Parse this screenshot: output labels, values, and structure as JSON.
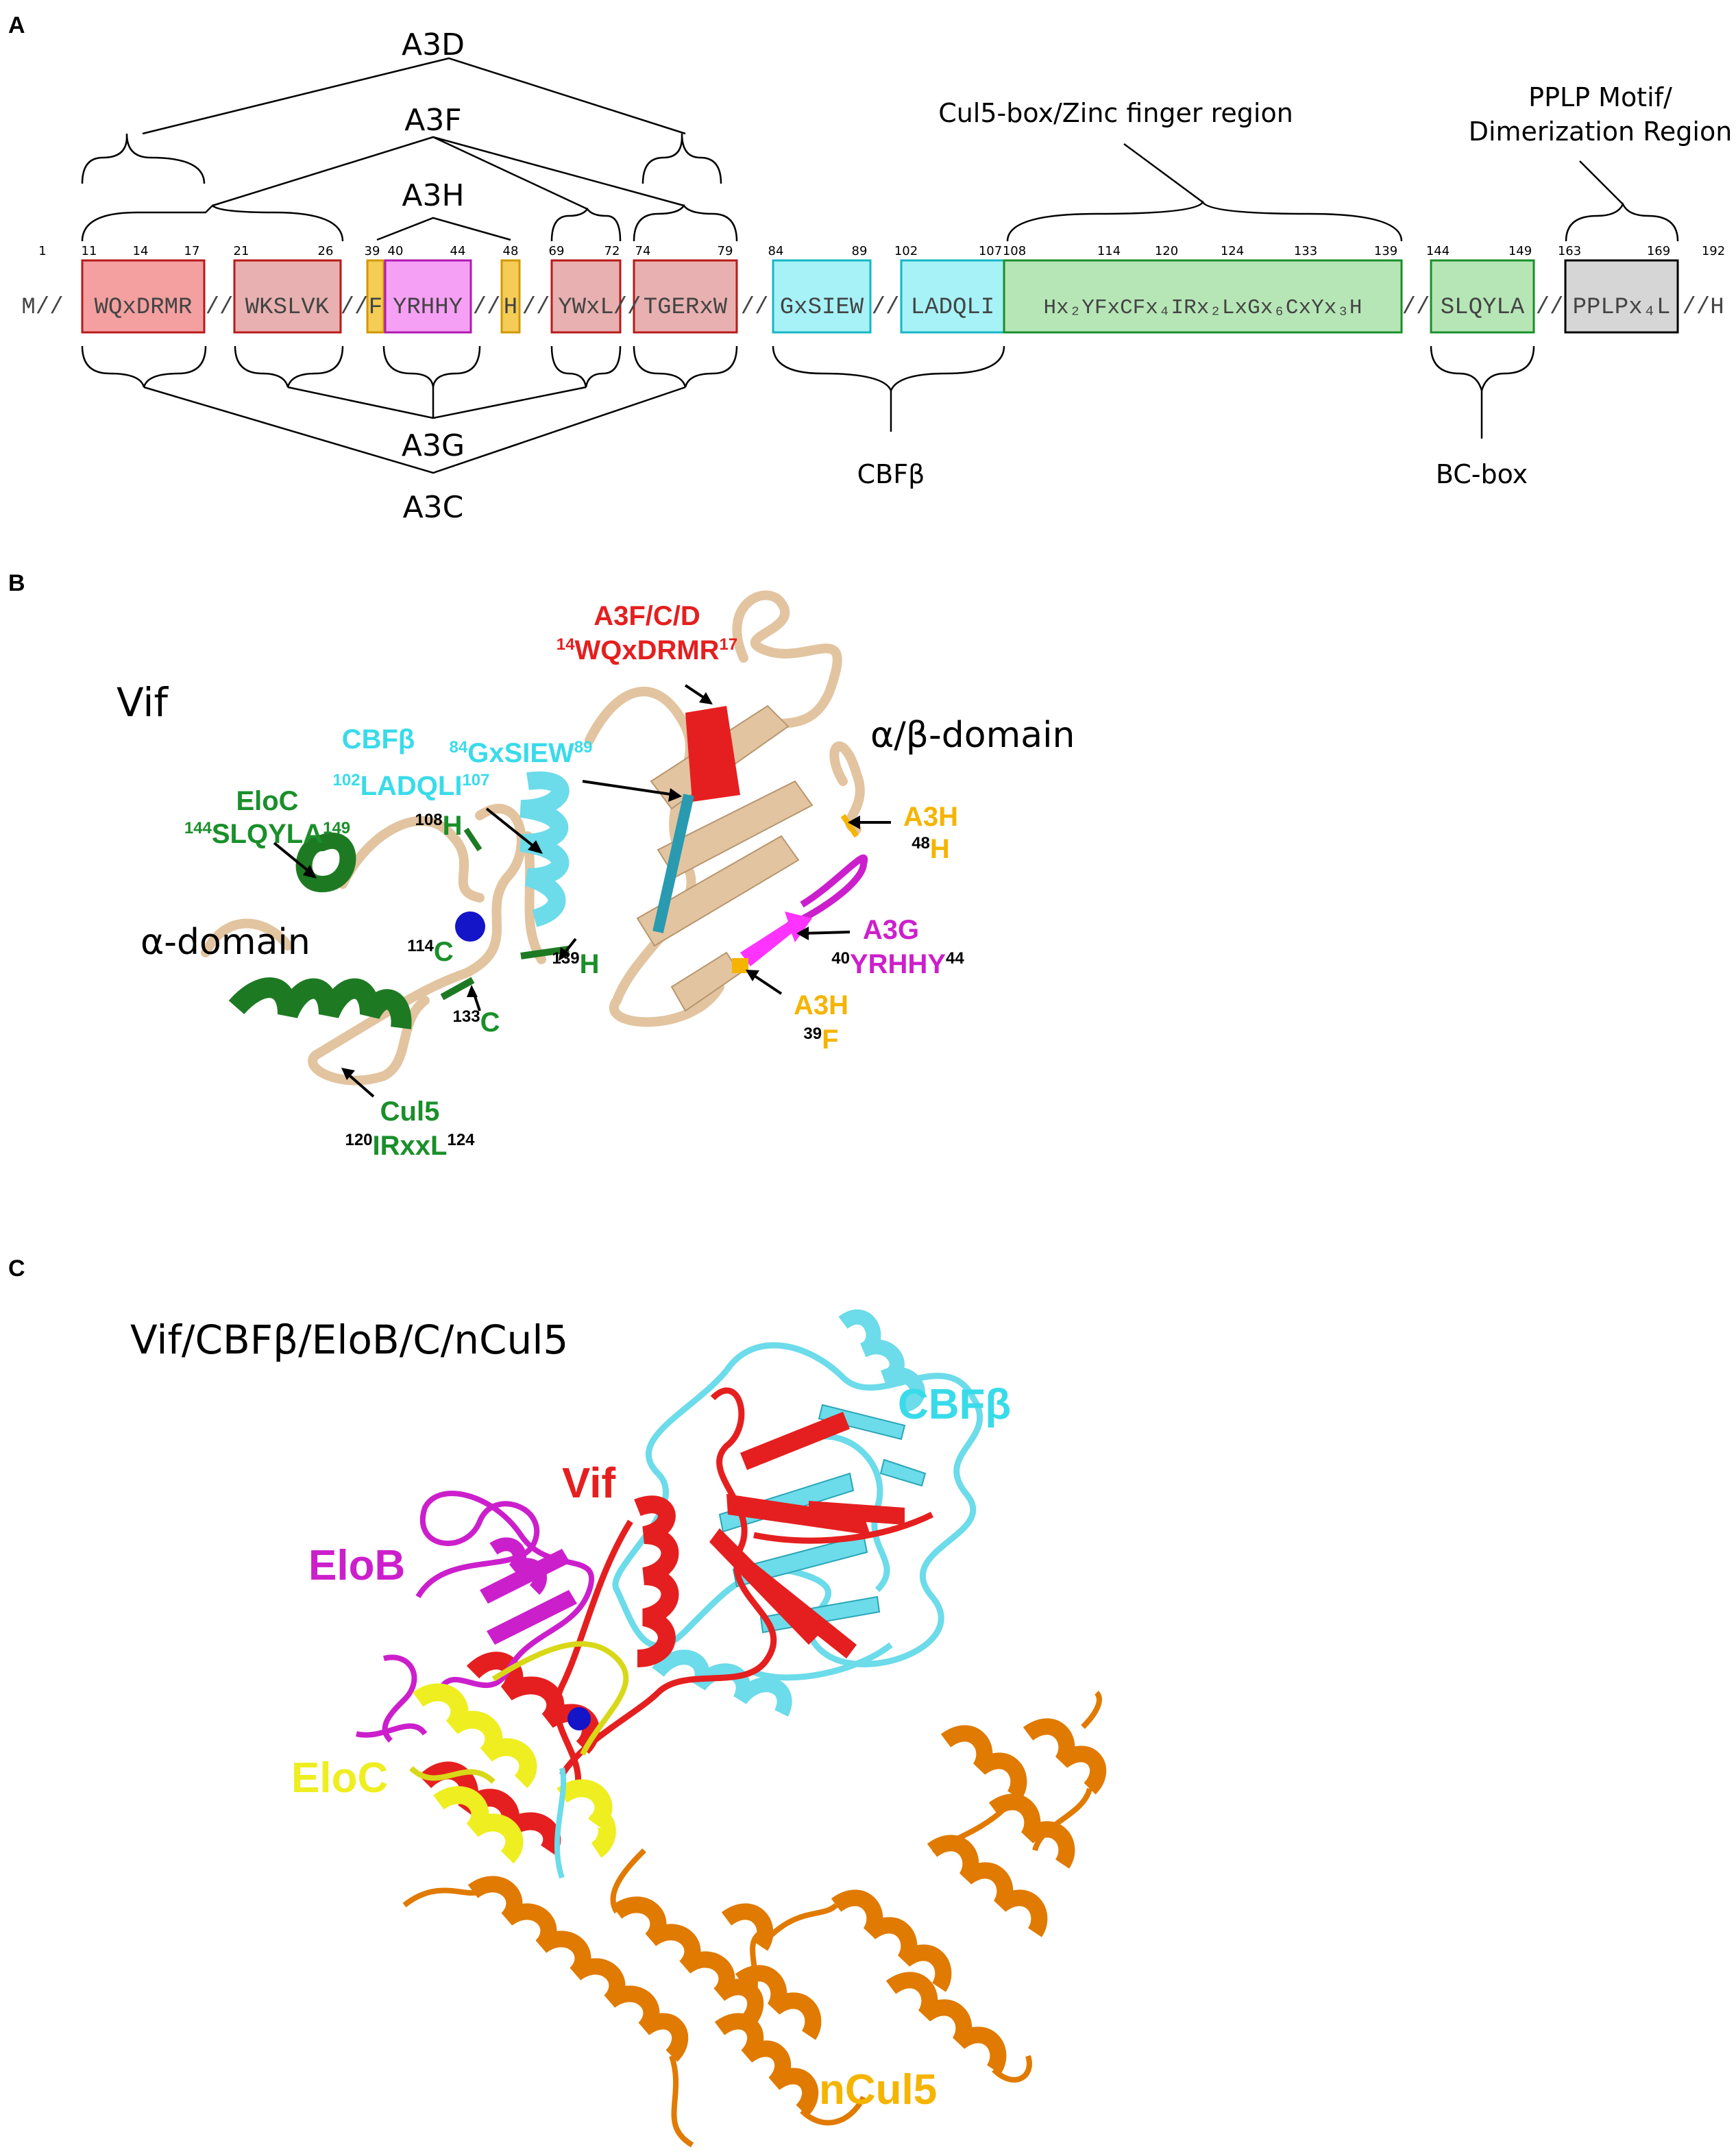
{
  "panels": {
    "a": "A",
    "b": "B",
    "c": "C"
  },
  "colors": {
    "red": "#e51f1f",
    "cyan": "#39dbea",
    "green": "#1a8f2a",
    "dark_green": "#1e7a22",
    "magenta": "#cc1fcc",
    "yellow": "#f5b400",
    "orange": "#e07a00",
    "gray": "#bfbfbf",
    "tan": "#e2c4a0",
    "blue": "#1414c8",
    "pale_yellow": "#eeee20"
  },
  "panel_a": {
    "groups": {
      "a3d": "A3D",
      "a3f": "A3F",
      "a3h": "A3H",
      "a3g": "A3G",
      "a3c": "A3C"
    },
    "regions": {
      "cul5_zinc": "Cul5-box/Zinc finger region",
      "pplp_line1": "PPLP Motif/",
      "pplp_line2": "Dimerization Region",
      "cbfb": "CBFβ",
      "bc_box": "BC-box"
    },
    "positions": [
      "1",
      "11",
      "14",
      "17",
      "21",
      "26",
      "39",
      "40",
      "44",
      "48",
      "69",
      "72",
      "74",
      "79",
      "84",
      "89",
      "102",
      "107",
      "108",
      "114",
      "120",
      "124",
      "133",
      "139",
      "144",
      "149",
      "163",
      "169",
      "192"
    ],
    "sequence": {
      "m_sep": "M//",
      "wqxdrmr": "WQxDRMR",
      "sep": "//",
      "wkslvk": "WKSLVK",
      "f": "F",
      "yrhhy": "YRHHY",
      "h": "H",
      "ywxl": "YWxL",
      "tgerxw": "TGERxW",
      "gxsiew": "GxSIEW",
      "ladqli": "LADQLI",
      "zinc": "Hx₂YFxCFx₄IRx₂LxGx₆CxYx₃H",
      "slqyla": "SLQYLA",
      "pplp": "PPLPx₄L",
      "end": "//H"
    }
  },
  "panel_b": {
    "title": "Vif",
    "alpha_domain": "α-domain",
    "alphabeta_domain": "α/β-domain",
    "a3fcd": {
      "label": "A3F/C/D",
      "pre": "14",
      "seq": "WQxDRMR",
      "post": "17"
    },
    "cbfb": {
      "label": "CBFβ"
    },
    "gxsiew": {
      "pre": "84",
      "seq": "GxSIEW",
      "post": "89"
    },
    "ladqli": {
      "pre": "102",
      "seq": "LADQLI",
      "post": "107"
    },
    "eloc": {
      "label": "EloC",
      "pre": "144",
      "seq": "SLQYLA",
      "post": "149"
    },
    "h108": {
      "pre": "108",
      "res": "H"
    },
    "c114": {
      "pre": "114",
      "res": "C"
    },
    "h139": {
      "pre": "139",
      "res": "H"
    },
    "c133": {
      "pre": "133",
      "res": "C"
    },
    "cul5": {
      "label": "Cul5",
      "pre": "120",
      "seq": "IRxxL",
      "post": "124"
    },
    "a3h_top": {
      "label": "A3H",
      "pre": "48",
      "res": "H"
    },
    "a3g": {
      "label": "A3G",
      "pre": "40",
      "seq": "YRHHY",
      "post": "44"
    },
    "a3h_bottom": {
      "label": "A3H",
      "pre": "39",
      "res": "F"
    }
  },
  "panel_c": {
    "title": "Vif/CBFβ/EloB/C/nCul5",
    "cbfb": "CBFβ",
    "vif": "Vif",
    "elob": "EloB",
    "eloc": "EloC",
    "ncul5": "nCul5"
  }
}
